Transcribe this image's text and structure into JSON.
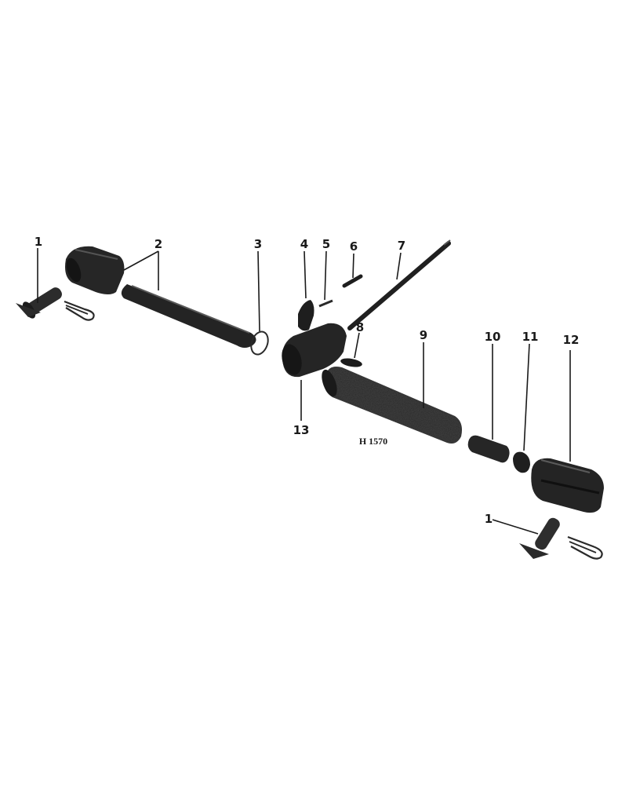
{
  "figure": {
    "drawing_number": "H 1570",
    "callouts": [
      "1",
      "2",
      "3",
      "4",
      "5",
      "6",
      "7",
      "8",
      "9",
      "10",
      "11",
      "12",
      "13",
      "1"
    ]
  }
}
